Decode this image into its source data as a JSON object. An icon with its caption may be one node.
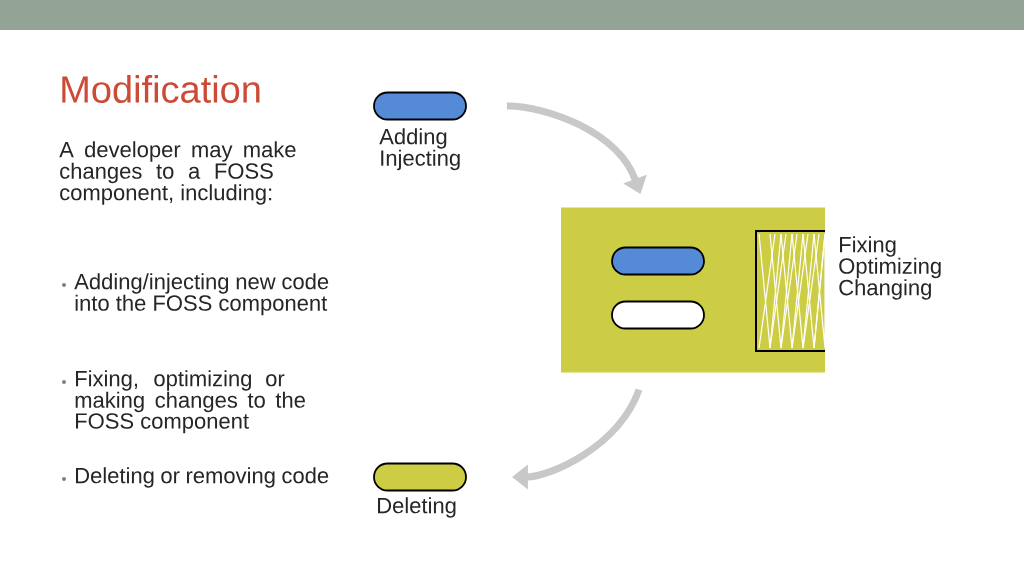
{
  "diagram": {
    "title": "Modification",
    "nodes": [
      {
        "text": [
          "Adding Injecting"
        ]
      },
      {
        "text": [
          "Fixing Optimizing Changing"
        ]
      },
      {
        "text": [],
        "shape": "box",
        "in": 1
      },
      {
        "text": [],
        "shape": "box",
        "in": 1
      },
      {
        "text": [],
        "shape": "box",
        "in": 1
      },
      {
        "text": [
          "Deleting"
        ]
      }
    ],
    "edges": [
      {
        "from": 0,
        "to": 1,
        "arrow": "to"
      },
      {
        "from": 1,
        "to": 5,
        "arrow": "to"
      }
    ],
    "labels": [
      "A developer may make changes to a FOSS component, including:",
      "Adding/injecting new code into the FOSS component",
      "Fixing, optimizing or making changes to the FOSS component",
      "Deleting or removing code"
    ]
  }
}
